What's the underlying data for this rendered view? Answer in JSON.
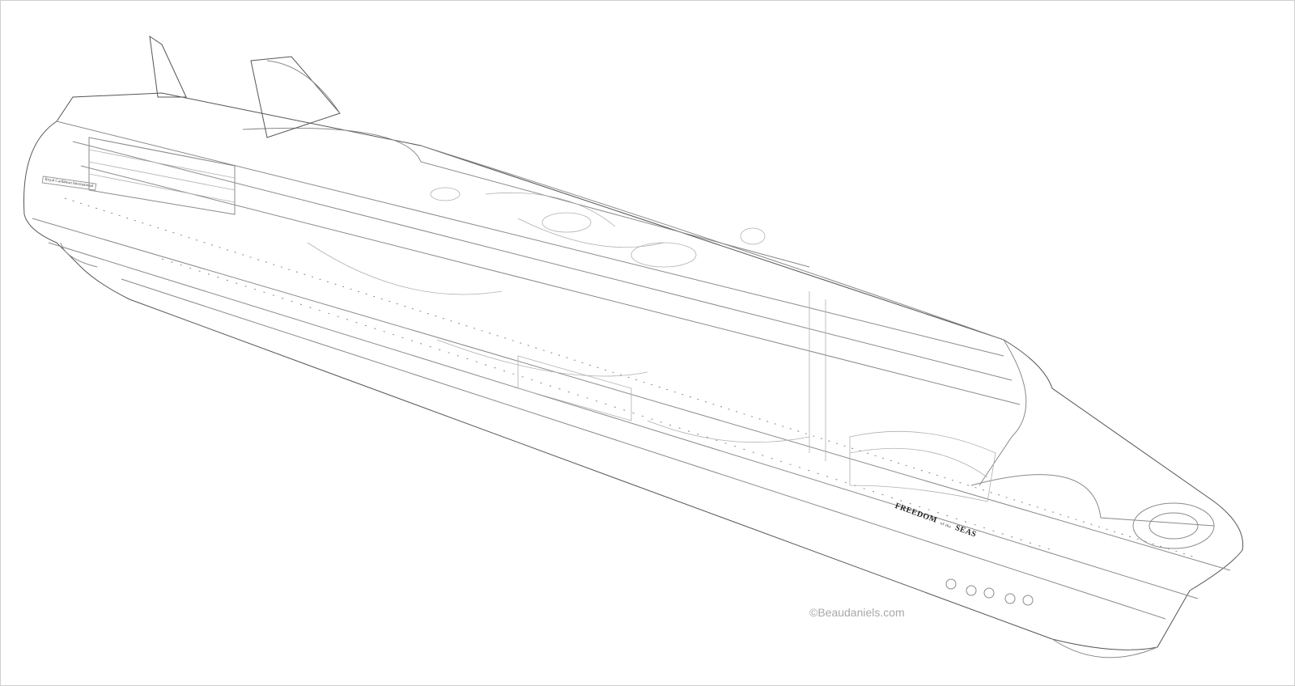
{
  "ship_name": {
    "main": "FREEDOM",
    "connector": "of the",
    "end": "SEAS"
  },
  "stern_logo": "Royal Caribbean International",
  "copyright": "©Beaudaniels.com",
  "colors": {
    "line": "#8a8a8a",
    "background": "#ffffff",
    "watermark": "#a8a8a8"
  }
}
